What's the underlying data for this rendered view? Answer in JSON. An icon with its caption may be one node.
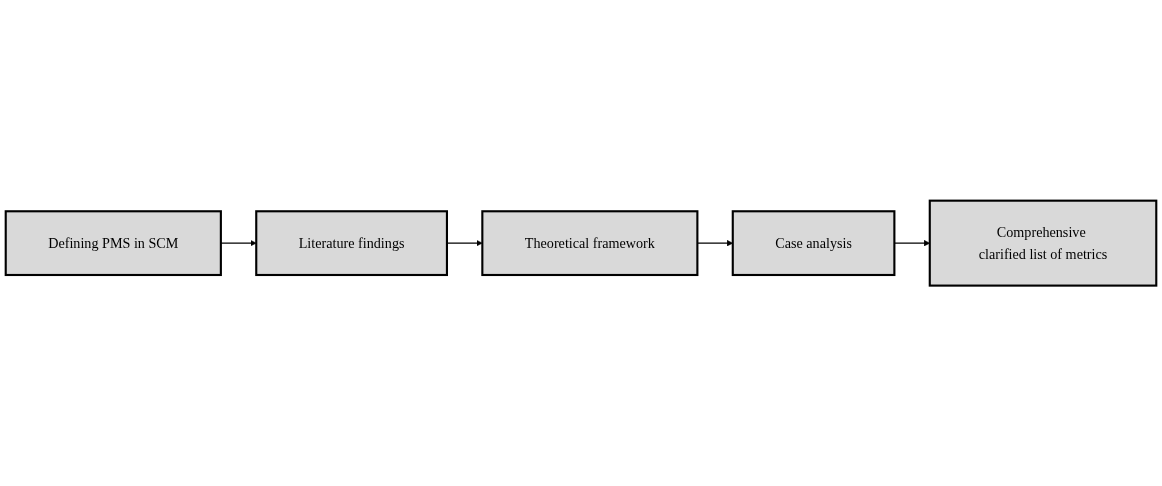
{
  "diagram": {
    "nodes": [
      {
        "text": [
          "Defining PMS in SCM"
        ]
      },
      {
        "text": [
          "Literature findings"
        ]
      },
      {
        "text": [
          "Theoretical framework"
        ]
      },
      {
        "text": [
          "Case analysis"
        ]
      },
      {
        "text": [
          "Comprehensive clarified list of metrics"
        ]
      }
    ],
    "edges": [
      {
        "from": 0,
        "to": 1,
        "arrow": "to"
      },
      {
        "from": 1,
        "to": 2,
        "arrow": "to"
      },
      {
        "from": 2,
        "to": 3,
        "arrow": "to"
      },
      {
        "from": 3,
        "to": 4,
        "arrow": "to"
      }
    ]
  }
}
